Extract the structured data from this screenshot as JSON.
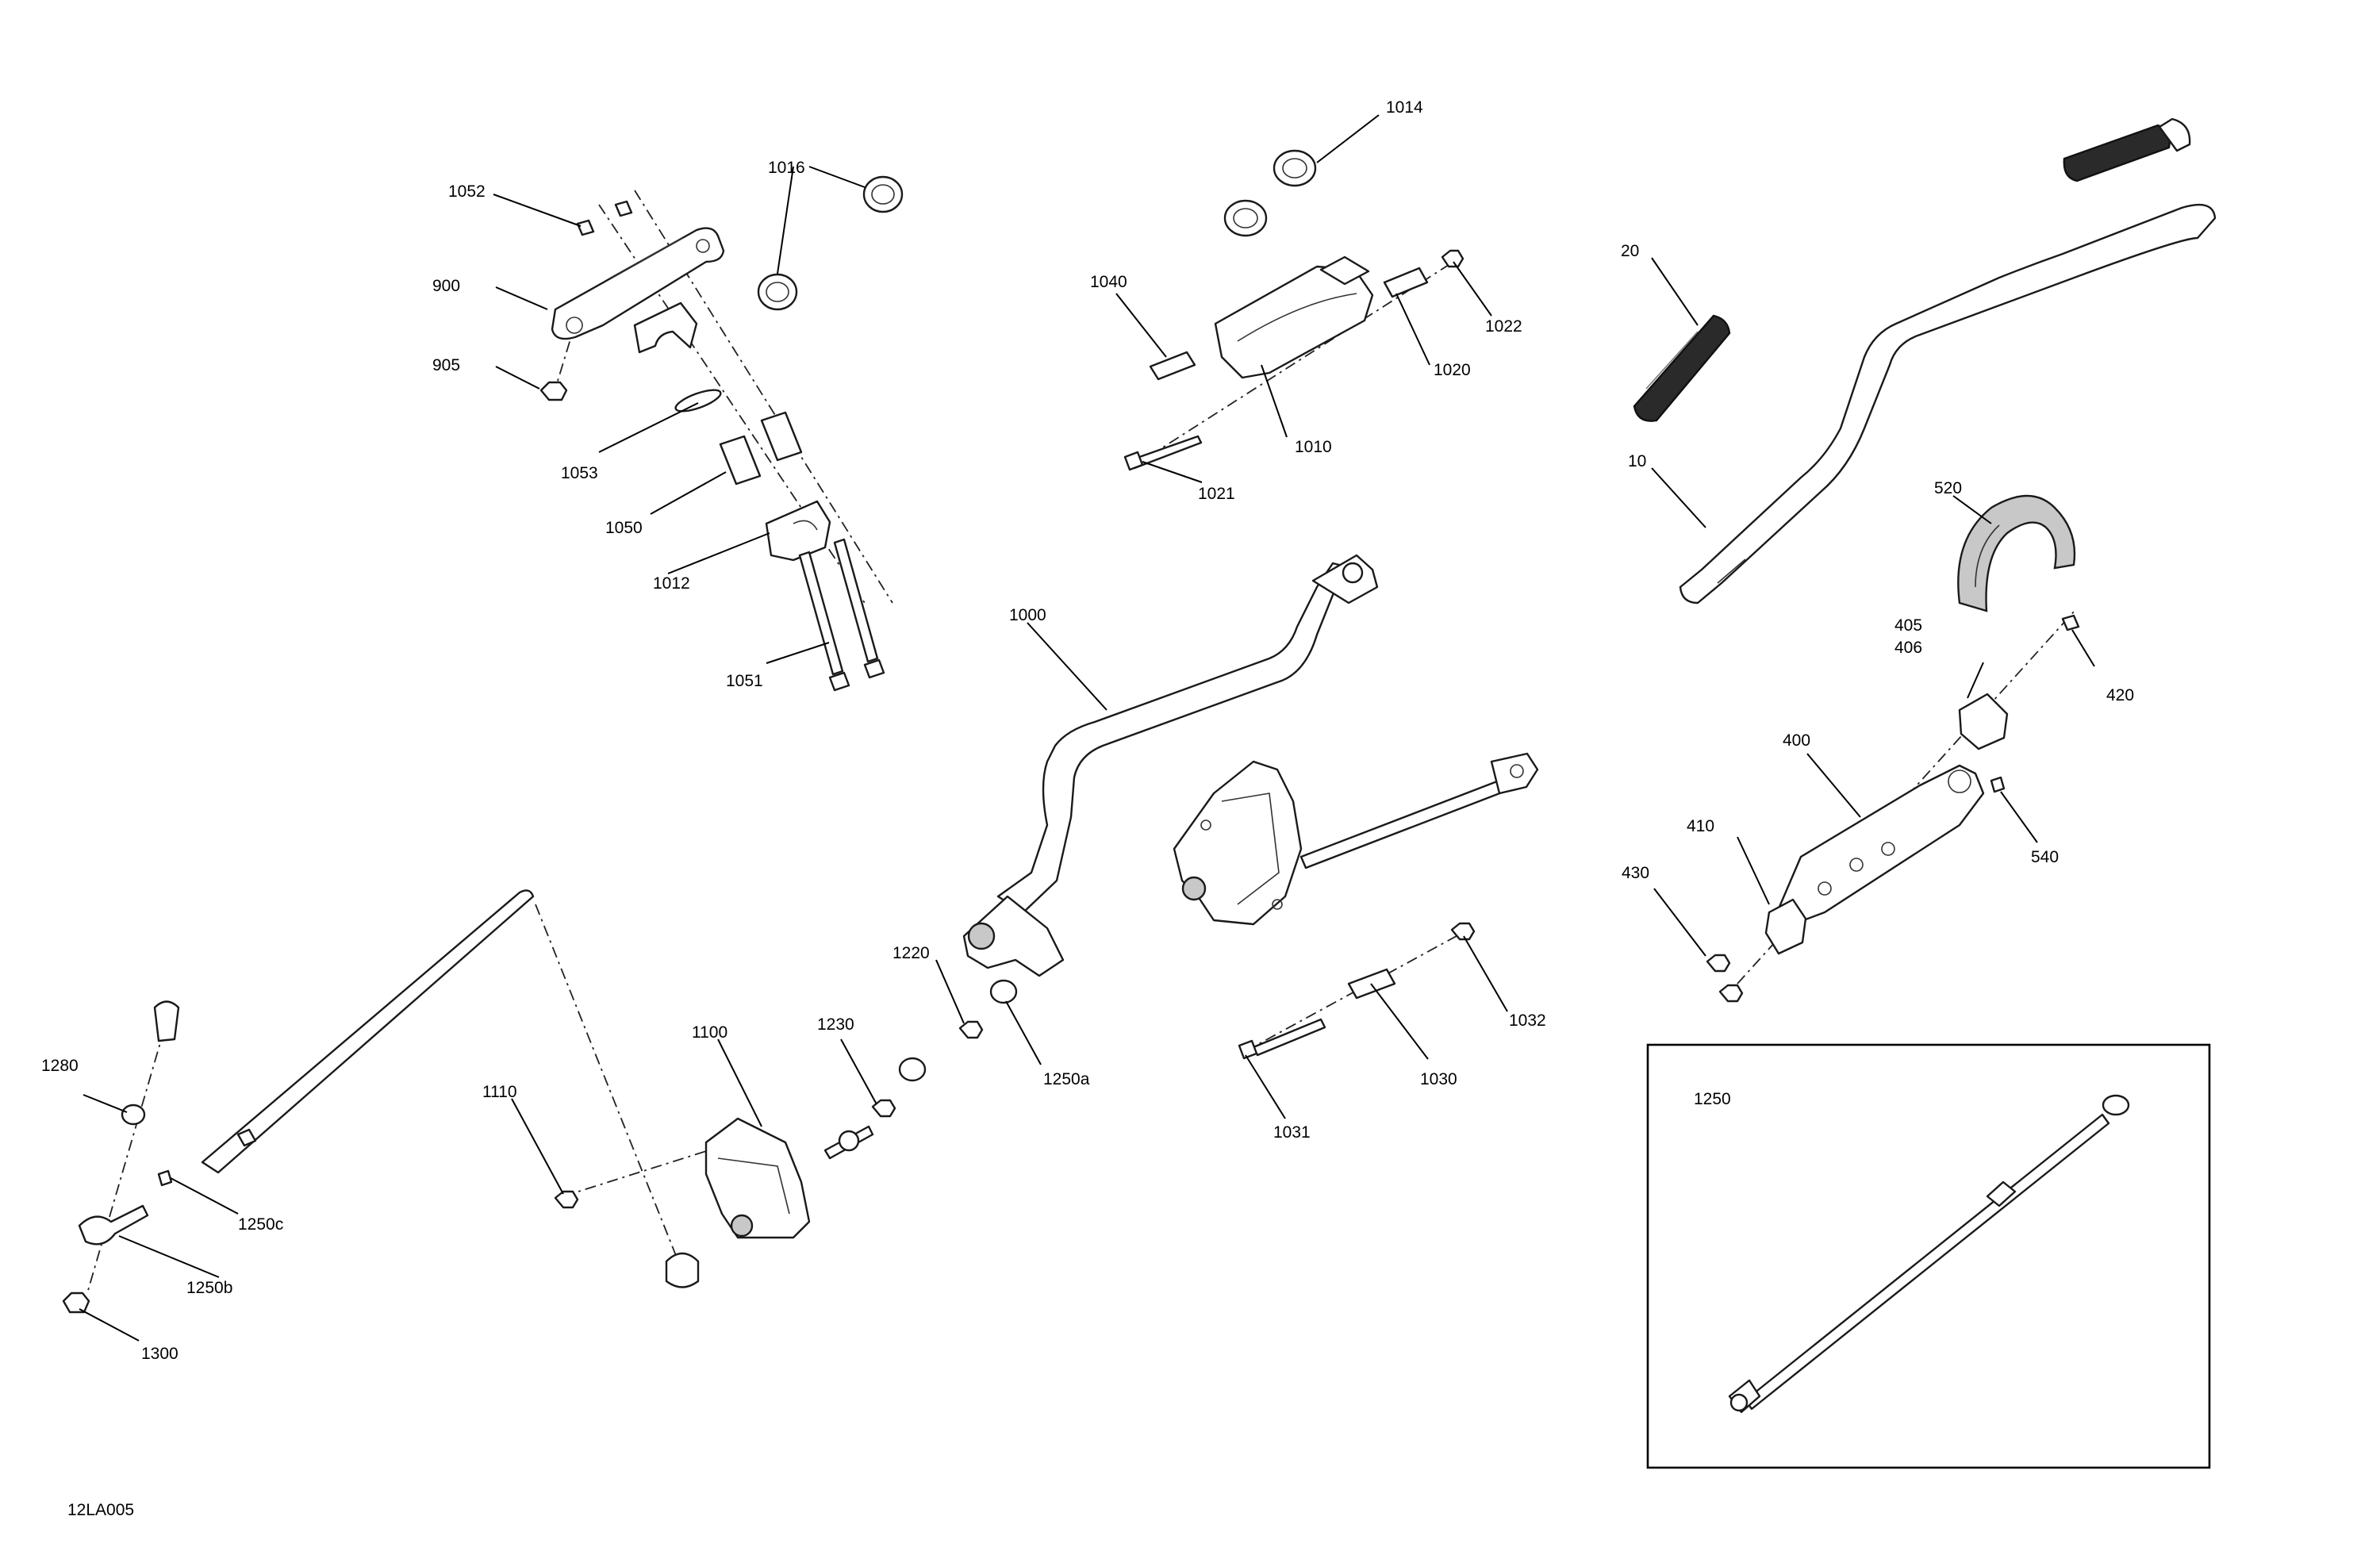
{
  "diagram_code": "12LA005",
  "callouts": {
    "p10": "10",
    "p20": "20",
    "p400": "400",
    "p405": "405",
    "p406": "406",
    "p410": "410",
    "p420": "420",
    "p430": "430",
    "p520": "520",
    "p540": "540",
    "p900": "900",
    "p905": "905",
    "p1000": "1000",
    "p1010": "1010",
    "p1012": "1012",
    "p1014": "1014",
    "p1016": "1016",
    "p1020": "1020",
    "p1021": "1021",
    "p1022": "1022",
    "p1030": "1030",
    "p1031": "1031",
    "p1032": "1032",
    "p1040": "1040",
    "p1050": "1050",
    "p1051": "1051",
    "p1052": "1052",
    "p1053": "1053",
    "p1100": "1100",
    "p1110": "1110",
    "p1220": "1220",
    "p1230": "1230",
    "p1250": "1250",
    "p1250a": "1250a",
    "p1250b": "1250b",
    "p1250c": "1250c",
    "p1280": "1280",
    "p1300": "1300"
  }
}
